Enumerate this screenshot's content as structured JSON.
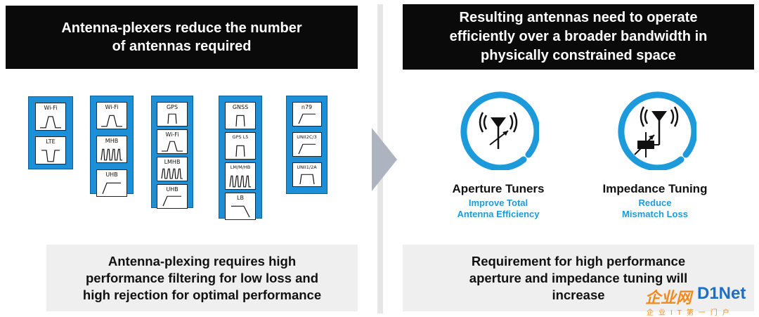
{
  "left": {
    "header": "Antenna-plexers reduce the number\nof antennas required",
    "footer": "Antenna-plexing requires high\nperformance filtering for low loss and\nhigh rejection for optimal performance"
  },
  "right": {
    "header": "Resulting antennas need to operate\nefficiently over a broader bandwidth in\nphysically constrained space",
    "footer": "Requirement for high performance\naperture and impedance tuning will\nincrease",
    "items": [
      {
        "title": "Aperture Tuners",
        "subtitle": "Improve Total\nAntenna Efficiency",
        "icon": "antenna-tuner-icon"
      },
      {
        "title": "Impedance Tuning",
        "subtitle": "Reduce\nMismatch Loss",
        "icon": "antenna-impedance-icon"
      }
    ]
  },
  "groups": [
    {
      "bands": [
        {
          "label": "Wi-Fi",
          "shape": "bandpass"
        },
        {
          "label": "LTE",
          "shape": "notch"
        }
      ]
    },
    {
      "bands": [
        {
          "label": "Wi-Fi",
          "shape": "bandpass"
        },
        {
          "label": "MHB",
          "shape": "multi"
        },
        {
          "label": "UHB",
          "shape": "highpass"
        }
      ]
    },
    {
      "bands": [
        {
          "label": "GPS",
          "shape": "narrow"
        },
        {
          "label": "Wi-Fi",
          "shape": "bandpass"
        },
        {
          "label": "LMHB",
          "shape": "multi"
        },
        {
          "label": "UHB",
          "shape": "highpass"
        }
      ]
    },
    {
      "bands": [
        {
          "label": "GNSS",
          "shape": "narrow"
        },
        {
          "label": "GPS L5",
          "shape": "narrow"
        },
        {
          "label": "LM/M/HB",
          "shape": "multi"
        },
        {
          "label": "LB",
          "shape": "lowpass"
        }
      ]
    },
    {
      "bands": [
        {
          "label": "n79",
          "shape": "highpass"
        },
        {
          "label": "UNII2C/3",
          "shape": "highpass"
        },
        {
          "label": "UNII1/2A",
          "shape": "wide"
        }
      ]
    }
  ],
  "watermark": {
    "brand_cn": "企业网",
    "brand_en": "D1Net",
    "tagline": "企业IT第一门户"
  },
  "colors": {
    "accent_blue": "#1c8fd6",
    "ring_blue": "#1c9ad9",
    "header_bg": "#0a0a0a",
    "footer_bg": "#efefef",
    "arrow_gray": "#aeb4bf",
    "watermark_orange": "#f08a1c"
  }
}
